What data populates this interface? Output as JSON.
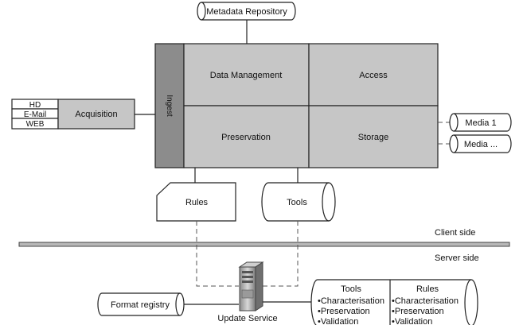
{
  "metadata_repository": "Metadata Repository",
  "ingest": "Ingest",
  "data_management": "Data Management",
  "access": "Access",
  "preservation": "Preservation",
  "storage": "Storage",
  "acquisition": "Acquisition",
  "sources": [
    "HD",
    "E-Mail",
    "WEB"
  ],
  "media_1": "Media 1",
  "media_more": "Media ...",
  "rules": "Rules",
  "tools": "Tools",
  "client_side": "Client side",
  "server_side": "Server side",
  "format_registry": "Format registry",
  "update_service": "Update Service",
  "server_tools": {
    "title": "Tools",
    "items": [
      "•Characterisation",
      "•Preservation",
      "•Validation"
    ]
  },
  "server_rules": {
    "title": "Rules",
    "items": [
      "•Characterisation",
      "•Preservation",
      "•Validation"
    ]
  }
}
